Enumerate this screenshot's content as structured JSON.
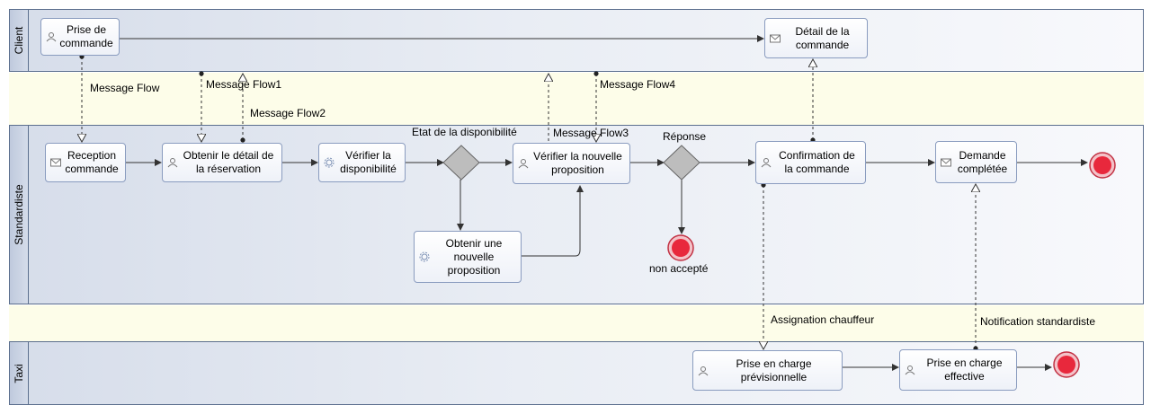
{
  "pools": {
    "client": "Client",
    "standardiste": "Standardiste",
    "taxi": "Taxi"
  },
  "tasks": {
    "prise_commande": "Prise de commande",
    "detail_commande": "Détail de la commande",
    "reception_commande": "Reception commande",
    "obtenir_detail": "Obtenir le détail de la réservation",
    "verifier_dispo": "Vérifier la disponibilité",
    "verifier_nouvelle": "Vérifier la nouvelle proposition",
    "obtenir_nouvelle": "Obtenir une nouvelle proposition",
    "confirmation": "Confirmation de la commande",
    "demande_completee": "Demande complétée",
    "prise_previsionnelle": "Prise en charge prévisionnelle",
    "prise_effective": "Prise en charge effective"
  },
  "labels": {
    "message_flow": "Message Flow",
    "message_flow1": "Message Flow1",
    "message_flow2": "Message Flow2",
    "message_flow3": "Message Flow3",
    "message_flow4": "Message Flow4",
    "etat_dispo": "Etat de la disponibilité",
    "reponse": "Réponse",
    "non_accepte": "non accepté",
    "assignation": "Assignation chauffeur",
    "notification": "Notification standardiste"
  },
  "colors": {
    "end_event_fill": "#e8283c",
    "gateway_fill": "#bdbdbd",
    "task_border": "#8a9cbf",
    "pool_border": "#5c6f8e"
  }
}
